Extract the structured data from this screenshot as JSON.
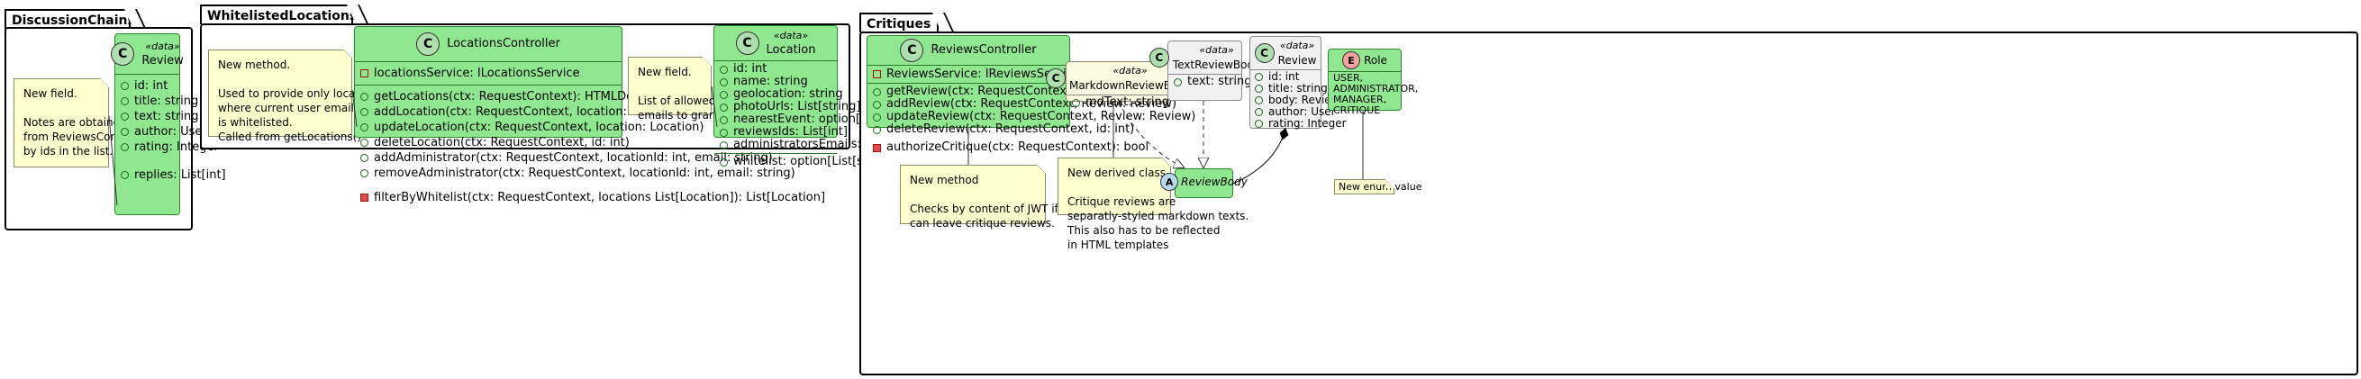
{
  "packages": {
    "discussion": "DiscussionChains",
    "whitelisted": "WhitelistedLocations",
    "critiques": "Critiques"
  },
  "review_dc": {
    "stereotype": "«data»",
    "name": "Review",
    "attributes": [
      "id: int",
      "title: string",
      "text: string",
      "author: User",
      "rating: Integer"
    ],
    "extra": [
      "replies: List[int]"
    ]
  },
  "note_dc": [
    "New field.",
    "",
    "Notes are obtained by client",
    "from ReviewsController",
    "by ids in the list."
  ],
  "locations_controller": {
    "name": "LocationsController",
    "fields": [
      "locationsService: ILocationsService"
    ],
    "methods": [
      "getLocations(ctx: RequestContext): HTMLDocument",
      "addLocation(ctx: RequestContext, location: Location)",
      "updateLocation(ctx: RequestContext, location: Location)",
      "deleteLocation(ctx: RequestContext, id: int)",
      "addAdministrator(ctx: RequestContext, locationId: int, email: string)",
      "removeAdministrator(ctx: RequestContext, locationId: int, email: string)"
    ],
    "private_methods": [
      "filterByWhitelist(ctx: RequestContext, locations List[Location]): List[Location]"
    ]
  },
  "note_lc": [
    "New method.",
    "",
    "Used to provide only locations",
    "where current user email (stored in JWT)",
    "is whitelisted.",
    "Called from getLocations()"
  ],
  "location": {
    "stereotype": "«data»",
    "name": "Location",
    "attributes": [
      "id: int",
      "name: string",
      "geolocation: string",
      "photoUrls: List[string]",
      "nearestEvent: option[Event]",
      "reviewsIds: List[int]",
      "administratorsEmails: List[string]"
    ],
    "extra": [
      "whitelist: option[List[string]]"
    ]
  },
  "note_loc": [
    "New field.",
    "",
    "List of allowed users'",
    "emails to grant access"
  ],
  "reviews_controller": {
    "name": "ReviewsController",
    "fields": [
      "ReviewsService: IReviewsService"
    ],
    "methods": [
      "getReview(ctx: RequestContext, reviewId: int): Review",
      "addReview(ctx: RequestContext, Review: Review)",
      "updateReview(ctx: RequestContext, Review: Review)",
      "deleteReview(ctx: RequestContext, id: int)"
    ],
    "private_methods": [
      "authorizeCritique(ctx: RequestContext): bool"
    ]
  },
  "note_rc": [
    "New method",
    "",
    "Checks by content of JWT if the user",
    "can leave critique reviews."
  ],
  "markdown_body": {
    "stereotype": "«data»",
    "name": "MarkdownReviewBody",
    "attributes": [
      "mdText: string"
    ]
  },
  "note_md": [
    "New derived class",
    "",
    "Critique reviews are",
    "separatly-styled markdown texts.",
    "This also has to be reflected",
    "in HTML templates"
  ],
  "text_body": {
    "stereotype": "«data»",
    "name": "TextReviewBody",
    "attributes": [
      "text: string"
    ]
  },
  "review_cr": {
    "stereotype": "«data»",
    "name": "Review",
    "attributes": [
      "id: int",
      "title: string",
      "body: ReviewBody",
      "author: User",
      "rating: Integer"
    ]
  },
  "review_body": {
    "name": "ReviewBody"
  },
  "role": {
    "name": "Role",
    "values": [
      "USER,",
      "ADMINISTRATOR,",
      "MANAGER,",
      "CRITIQUE"
    ]
  },
  "note_role": [
    "New enum value"
  ],
  "colors": {
    "class_fill": "#8fe88f",
    "note_fill": "#fefece",
    "markdown_fill": "#fbfbe2",
    "gray_fill": "#f1f1f1"
  }
}
